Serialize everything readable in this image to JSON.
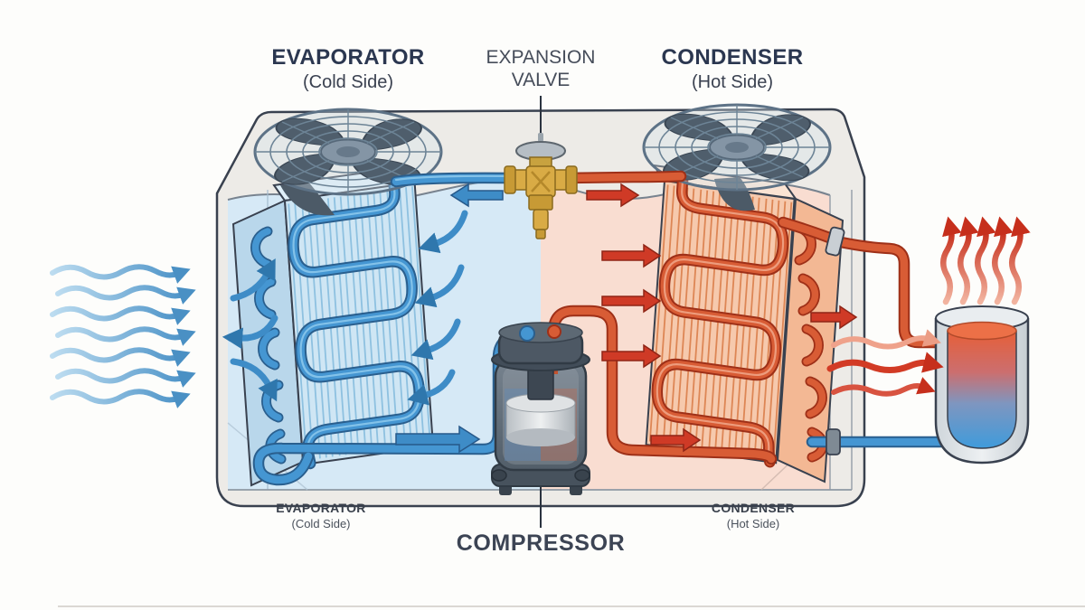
{
  "labels": {
    "evaporator_top": {
      "title": "EVAPORATOR",
      "subtitle": "(Cold Side)"
    },
    "expansion_valve_top": {
      "line1": "EXPANSION",
      "line2": "VALVE"
    },
    "condenser_top": {
      "title": "CONDENSER",
      "subtitle": "(Hot Side)"
    },
    "compressor_bottom": {
      "title": "COMPRESSOR"
    },
    "evaporator_bottom": {
      "title": "EVAPORATOR",
      "subtitle": "(Cold Side)"
    },
    "condenser_bottom": {
      "title": "CONDENSER",
      "subtitle": "(Hot Side)"
    }
  },
  "colors": {
    "cold_pipe": "#4596d2",
    "cold_outline": "#2a5f8e",
    "hot_pipe": "#d85c35",
    "hot_outline": "#9e3018",
    "cold_interior": "#d6e9f6",
    "hot_interior": "#f9ddd1",
    "cabinet": "#edebe7",
    "brass_valve": "#d9ab45",
    "tank_hot": "#e65f38",
    "tank_cold": "#3f9bdb",
    "arrow_cold": "#3e8cc7",
    "arrow_hot": "#cf3a26",
    "title_text": "#2b3750",
    "diagram_outline": "#39414f"
  },
  "components": {
    "left_fan": "axial-fan-icon",
    "right_fan": "axial-fan-icon",
    "evaporator_coil": "finned-coil-cold",
    "condenser_coil": "finned-coil-hot",
    "expansion_valve": "brass-valve-icon",
    "compressor": "hermetic-compressor-icon",
    "water_tank": "storage-tank-icon"
  },
  "airflow": {
    "cold_intake_wavy_arrows": 7,
    "hot_exhaust_rising_arrows": 5,
    "tank_transfer_wavy_arrows": 3
  }
}
